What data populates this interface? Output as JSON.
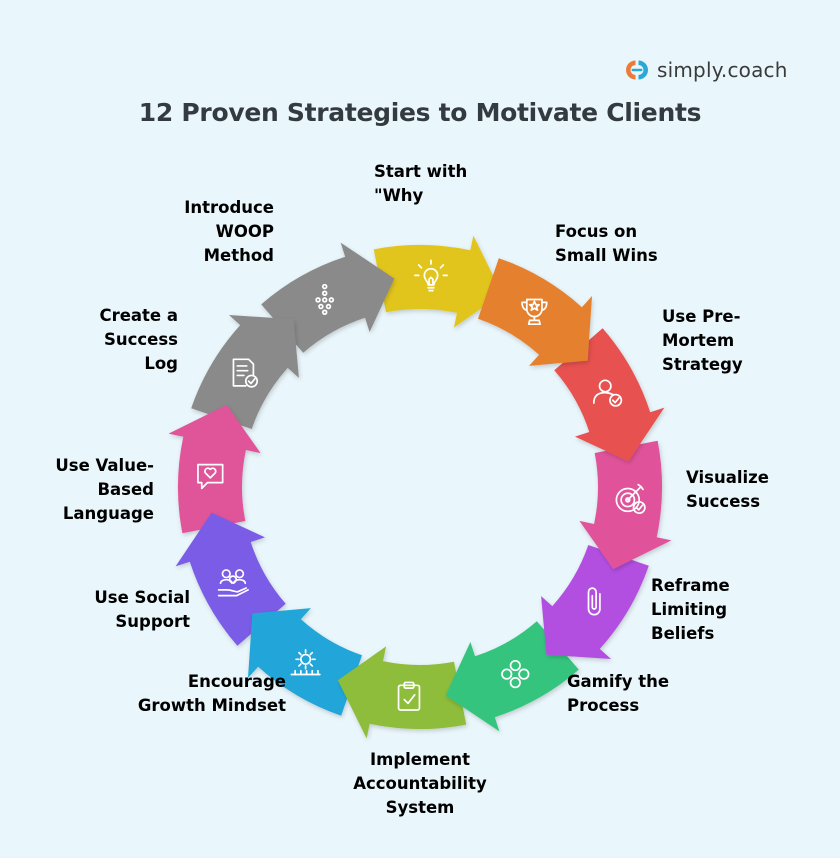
{
  "title": "12 Proven Strategies to Motivate Clients",
  "brand": {
    "name": "simply.coach",
    "logo_icon": "brand-logo-icon",
    "logo_colors": [
      "#ee7a3a",
      "#2aa8d6"
    ]
  },
  "steps": [
    {
      "label": "Start with\n\"Why",
      "color": "#e2c51f",
      "icon": "lightbulb-icon"
    },
    {
      "label": "Focus on\nSmall Wins",
      "color": "#e5812d",
      "icon": "trophy-icon"
    },
    {
      "label": "Use Pre-\nMortem\nStrategy",
      "color": "#e7514f",
      "icon": "person-check-icon"
    },
    {
      "label": "Visualize\nSuccess",
      "color": "#e0539a",
      "icon": "target-check-icon"
    },
    {
      "label": "Reframe\nLimiting\nBeliefs",
      "color": "#b24fe0",
      "icon": "paperclip-icon"
    },
    {
      "label": "Gamify the\nProcess",
      "color": "#36c47e",
      "icon": "gamepad-icon"
    },
    {
      "label": "Implement\nAccountability\nSystem",
      "color": "#8ebc3a",
      "icon": "clipboard-check-icon"
    },
    {
      "label": "Encourage\nGrowth Mindset",
      "color": "#24a6d9",
      "icon": "sprout-sun-icon"
    },
    {
      "label": "Use Social\nSupport",
      "color": "#7a5ce6",
      "icon": "people-hand-icon"
    },
    {
      "label": "Use Value-\nBased\nLanguage",
      "color": "#e0549a",
      "icon": "heart-chat-icon"
    },
    {
      "label": "Create a\nSuccess\nLog",
      "color": "#8a8a8a",
      "icon": "document-check-icon"
    },
    {
      "label": "Introduce\nWOOP\nMethod",
      "color": "#8a8a8a",
      "icon": "network-arrow-icon"
    }
  ]
}
